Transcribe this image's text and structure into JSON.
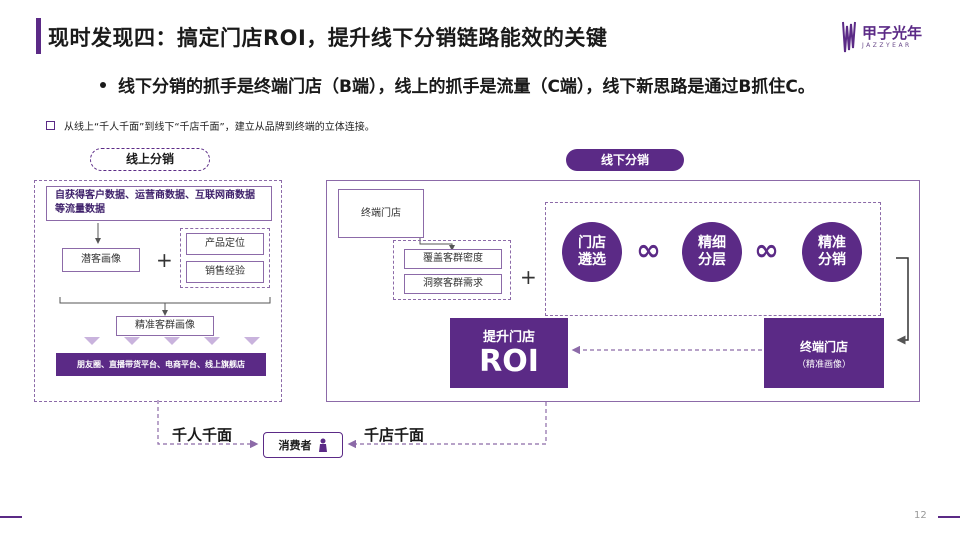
{
  "header": {
    "title": "现时发现四：搞定门店ROI，提升线下分销链路能效的关键",
    "logo_text": "甲子光年",
    "logo_sub": "JAZZYEAR"
  },
  "subtitle": "线下分销的抓手是终端门店（B端），线上的抓手是流量（C端），线下新思路是通过B抓住C。",
  "note": "从线上“千人千面”到线下“千店千面”，建立从品牌到终端的立体连接。",
  "online": {
    "title": "线上分销",
    "data_box": "自获得客户数据、运营商数据、互联网商数据等流量数据",
    "potential": "潜客画像",
    "product": "产品定位",
    "sales": "销售经验",
    "precise": "精准客群画像",
    "channels": "朋友圈、直播带货平台、电商平台、线上旗舰店"
  },
  "offline": {
    "title": "线下分销",
    "store": "终端门店",
    "coverage": "覆盖客群密度",
    "insight": "洞察客群需求",
    "circles": [
      "门店\n遴选",
      "精细\n分层",
      "精准\n分销"
    ],
    "roi_top": "提升门店",
    "roi_big": "ROI",
    "terminal": "终端门店",
    "terminal_sub": "（精准画像）"
  },
  "flow": {
    "left_label": "千人千面",
    "right_label": "千店千面",
    "consumer": "消费者"
  },
  "page_number": "12",
  "colors": {
    "accent": "#5b2a86"
  }
}
